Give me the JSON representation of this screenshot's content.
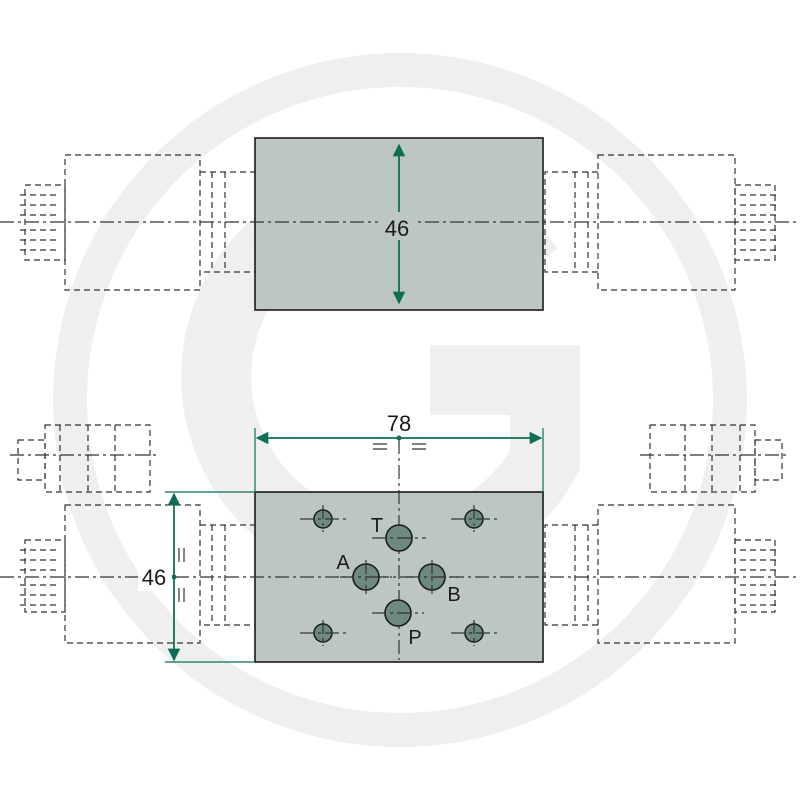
{
  "colors": {
    "block_fill": "#bcc7c3",
    "dimension": "#0e6e55",
    "outline": "#1a1a1a",
    "watermark": "#eeeeee"
  },
  "top_view": {
    "height_label": "46"
  },
  "bottom_view": {
    "width_label": "78",
    "height_label": "46",
    "ports": {
      "a": "A",
      "b": "B",
      "p": "P",
      "t": "T"
    }
  },
  "icons": {
    "watermark": "circle-g-logo-icon",
    "valve": "hydraulic-solenoid-valve-icon"
  }
}
